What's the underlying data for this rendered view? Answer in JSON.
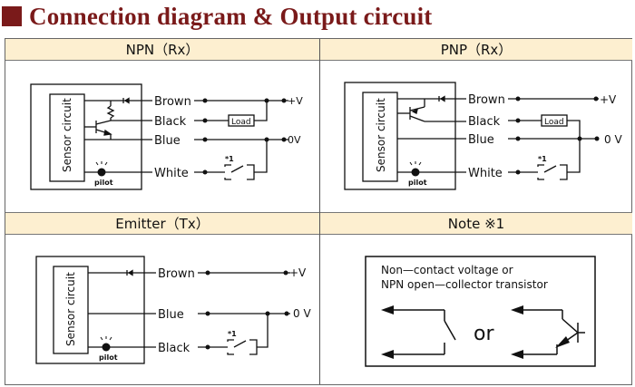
{
  "page_title": "Connection diagram & Output circuit",
  "colors": {
    "title": "#7a1a1a",
    "header_bg": "#fdefd0",
    "line": "#111111",
    "border": "#666666"
  },
  "panels": {
    "npn": {
      "header": "NPN（Rx）",
      "sensor_label": "Sensor circuit",
      "pilot_label": "pilot",
      "wires": [
        "Brown",
        "Black",
        "Blue",
        "White"
      ],
      "load_label": "Load",
      "plus_v": "+V",
      "zero_v": "0V",
      "switch_mark": "*1"
    },
    "pnp": {
      "header": "PNP（Rx）",
      "sensor_label": "Sensor circuit",
      "pilot_label": "pilot",
      "wires": [
        "Brown",
        "Black",
        "Blue",
        "White"
      ],
      "load_label": "Load",
      "plus_v": "+V",
      "zero_v": "0 V",
      "switch_mark": "*1"
    },
    "emitter": {
      "header": "Emitter（Tx）",
      "sensor_label": "Sensor circuit",
      "pilot_label": "pilot",
      "wires": [
        "Brown",
        "Blue",
        "Black"
      ],
      "plus_v": "+V",
      "zero_v": "0 V",
      "switch_mark": "*1"
    },
    "note": {
      "header": "Note ※1",
      "line1": "Non—contact voltage or",
      "line2": "NPN open—collector transistor",
      "or_label": "or"
    }
  }
}
